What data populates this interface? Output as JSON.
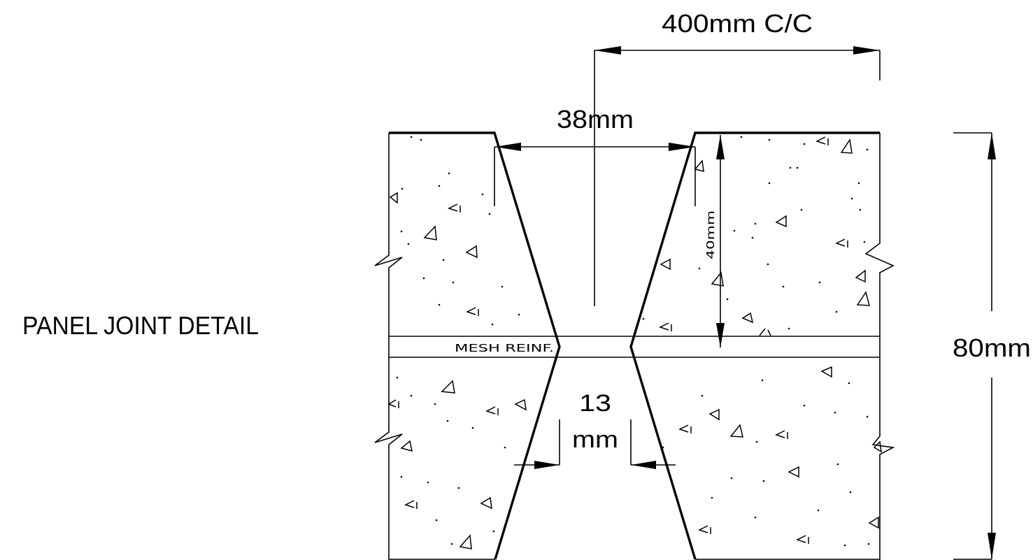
{
  "title": "PANEL JOINT DETAIL",
  "dimensions": {
    "center_spacing": "400mm C/C",
    "joint_top_width": "38mm",
    "joint_depth": "40mm",
    "panel_thickness": "80mm",
    "joint_gap_line1": "13",
    "joint_gap_line2": "mm"
  },
  "labels": {
    "mesh": "MESH  REINF."
  }
}
